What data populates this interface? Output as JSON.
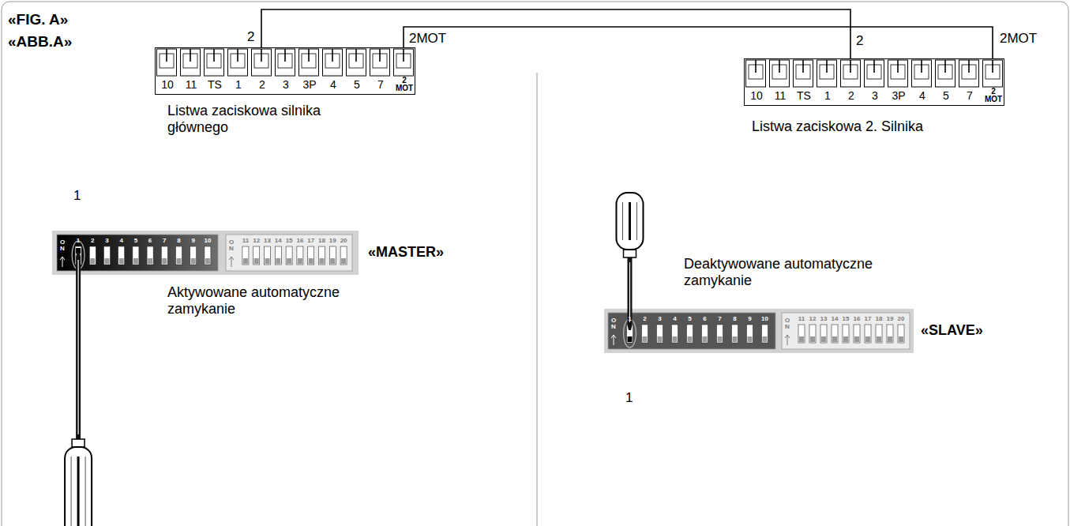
{
  "diagram": {
    "nodes": [
      {
        "text": [
          "10",
          "11",
          "TS",
          "1",
          "2",
          "3",
          "3P",
          "4",
          "5",
          "7",
          "2 MOT"
        ]
      },
      {
        "text": [
          "10",
          "11",
          "TS",
          "1",
          "2",
          "3",
          "3P",
          "4",
          "5",
          "7",
          "2 MOT"
        ]
      },
      {
        "text": [
          "ON",
          "1",
          "2",
          "3",
          "4",
          "5",
          "6",
          "7",
          "8",
          "9",
          "10"
        ]
      },
      {
        "text": [
          "ON",
          "11",
          "12",
          "13",
          "14",
          "15",
          "16",
          "17",
          "18",
          "19",
          "20"
        ]
      },
      {
        "text": [
          "ON",
          "1",
          "2",
          "3",
          "4",
          "5",
          "6",
          "7",
          "8",
          "9",
          "10"
        ]
      },
      {
        "text": [
          "ON",
          "11",
          "12",
          "13",
          "14",
          "15",
          "16",
          "17",
          "18",
          "19",
          "20"
        ]
      }
    ],
    "edges": [
      {
        "from": 0,
        "to": 1,
        "arrow": "none"
      },
      {
        "from": 0,
        "to": 1,
        "arrow": "none"
      }
    ],
    "labels": [
      "«FIG. A»",
      "«ABB.A»",
      "2",
      "2MOT",
      "2",
      "2MOT",
      "Listwa zaciskowa silnika głównego",
      "Listwa zaciskowa 2. Silnika",
      "1",
      "Aktywowane automatyczne zamykanie",
      "«MASTER»",
      "Deaktywowane automatyczne zamykanie",
      "«SLAVE»",
      "1"
    ]
  }
}
